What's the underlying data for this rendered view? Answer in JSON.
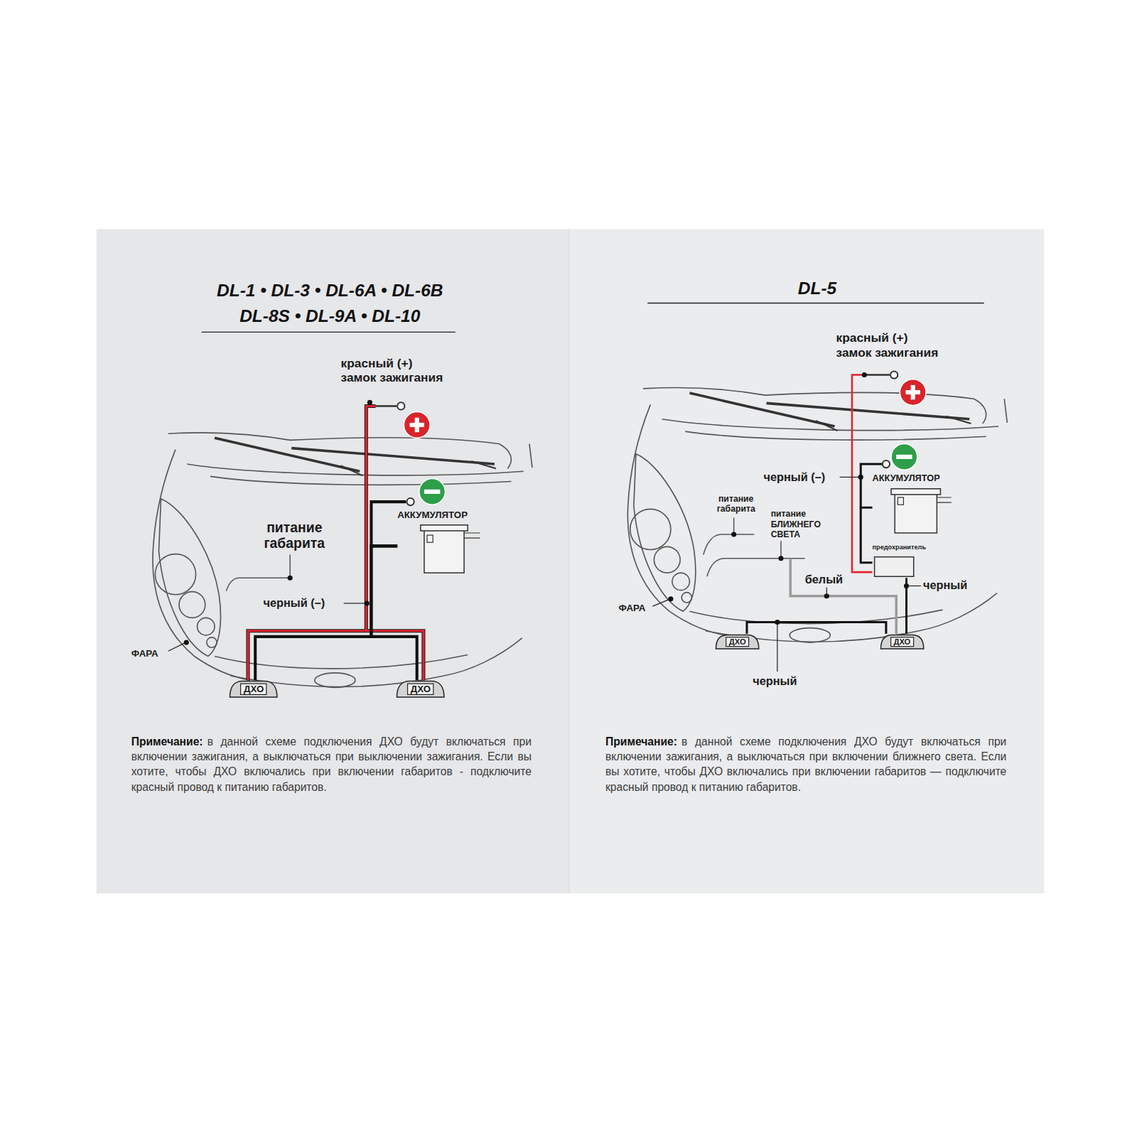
{
  "diagram": {
    "nodes": [
      {
        "text": [
          "ДХО"
        ]
      },
      {
        "text": [
          "ДХО"
        ]
      },
      {
        "text": [
          "АККУМУЛЯТОР"
        ]
      },
      {
        "text": [
          "АККУМУЛЯТОР"
        ]
      },
      {
        "text": [
          "предохранитель"
        ]
      },
      {
        "text": [
          "ДХО"
        ]
      },
      {
        "text": [
          "ДХО"
        ]
      }
    ],
    "edges": [
      {
        "from": 2,
        "to": 0,
        "arrow": "none"
      },
      {
        "from": 2,
        "to": 1,
        "arrow": "none"
      },
      {
        "from": 3,
        "to": 4,
        "arrow": "none"
      },
      {
        "from": 4,
        "to": 6,
        "arrow": "none"
      },
      {
        "from": 5,
        "to": 6,
        "arrow": "none"
      }
    ],
    "labels": [
      "DL-1 • DL-3 • DL-6A • DL-6B DL-8S • DL-9A • DL-10",
      "красный (+) замок зажигания",
      "питание габарита",
      "черный (–)",
      "ФАРА",
      "Примечание:",
      "в данной схеме подключения ДХО будут включаться при включении зажигания, а выключаться при выключении зажигания. Если вы хотите, чтобы ДХО включались при включении габаритов - подключите красный провод к питанию габаритов.",
      "DL-5",
      "красный (+) замок зажигания",
      "черный (–)",
      "питание габарита",
      "питание БЛИЖНЕГО СВЕТА",
      "белый",
      "черный",
      "ФАРА",
      "черный",
      "Примечание:",
      "в данной схеме подключения ДХО будут включаться при включении зажигания, а выключаться при включении ближнего света. Если вы хотите, чтобы ДХО включались при включении габаритов — подключите красный провод к питанию габаритов."
    ]
  }
}
